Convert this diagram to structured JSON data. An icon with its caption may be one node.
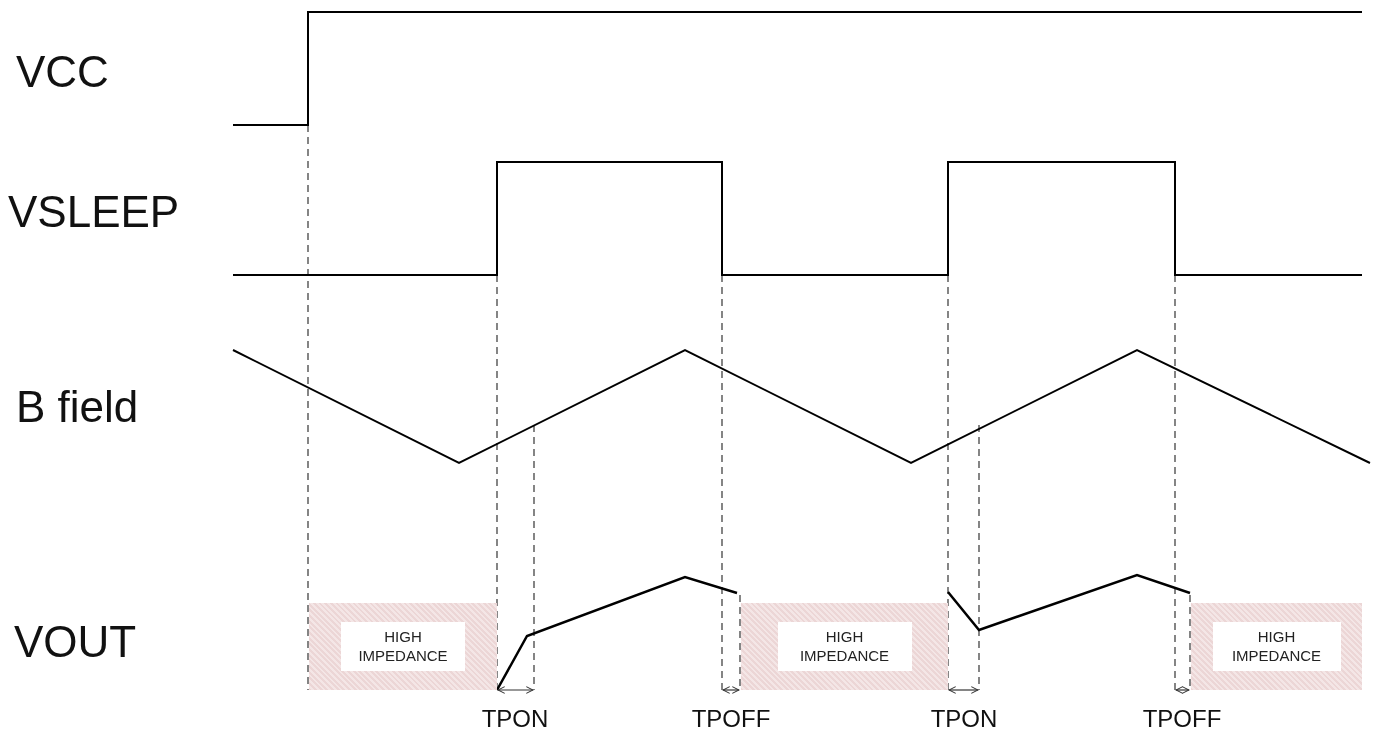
{
  "diagram": {
    "nodes": [
      {
        "text": [
          "HIGH IMPEDANCE"
        ]
      },
      {
        "text": [
          "HIGH IMPEDANCE"
        ]
      },
      {
        "text": [
          "HIGH IMPEDANCE"
        ]
      }
    ],
    "edges": [],
    "labels": [
      "VCC",
      "VSLEEP",
      "B field",
      "VOUT",
      "TPON",
      "TPOFF",
      "TPON",
      "TPOFF"
    ]
  }
}
